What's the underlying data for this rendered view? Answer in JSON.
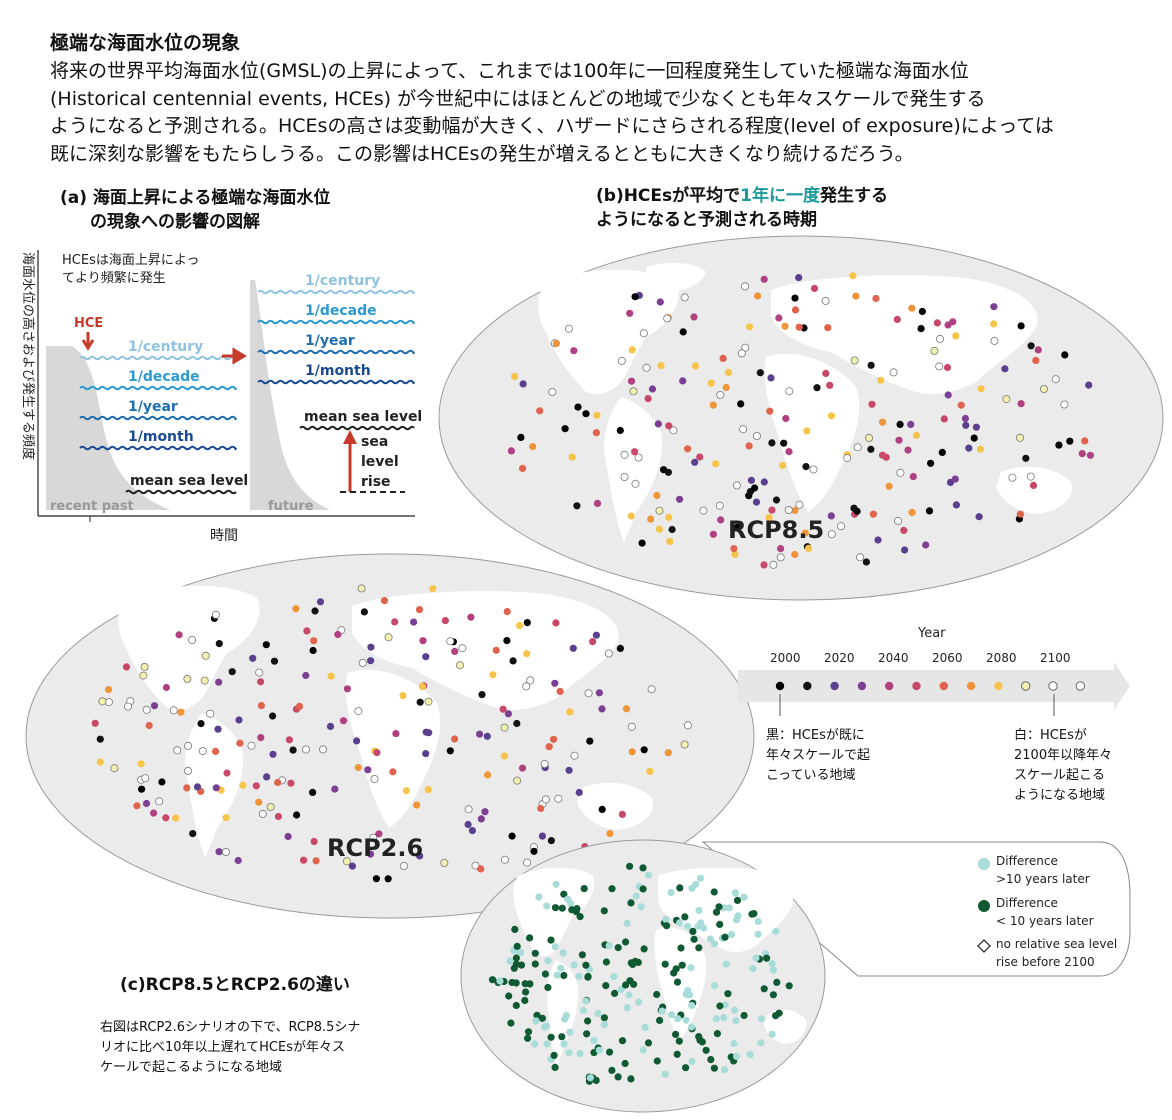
{
  "header": {
    "title": "極端な海面水位の現象",
    "intro_lines": [
      "将来の世界平均海面水位(GMSL)の上昇によって、これまでは100年に一回程度発生していた極端な海面水位",
      "(Historical centennial events, HCEs) が今世紀中にはほとんどの地域で少なくとも年々スケールで発生する",
      "ようになると予測される。HCEsの高さは変動幅が大きく、ハザードにさらされる程度(level of exposure)によっては",
      "既に深刻な影響をもたらしうる。この影響はHCEsの発生が増えるとともに大きくなり続けるだろう。"
    ]
  },
  "panel_a": {
    "title_lines": [
      "(a) 海面上昇による極端な海面水位",
      "の現象への影響の図解"
    ],
    "note_lines": [
      "HCEsは海面上昇によっ",
      "てより頻繁に発生"
    ],
    "y_axis_label": "海面水位の高さおよび発生する頻度",
    "x_axis_label": "時間",
    "hce_label": "HCE",
    "past_levels": [
      "1/century",
      "1/decade",
      "1/year",
      "1/month",
      "mean sea level"
    ],
    "future_levels": [
      "1/century",
      "1/decade",
      "1/year",
      "1/month",
      "mean sea level"
    ],
    "rise_label_lines": [
      "sea",
      "level",
      "rise"
    ],
    "recent_past": "recent past",
    "future": "future",
    "wave_colors": [
      "#8fc3e0",
      "#2a9ad0",
      "#1f6fb0",
      "#1a4a92",
      "#222222"
    ]
  },
  "panel_b": {
    "title_pre": "(b)HCEsが平均で",
    "title_highlight": "1年に一度",
    "title_post": "発生する",
    "title_line2": "ようになると予測される時期",
    "map_label": "RCP8.5"
  },
  "rcp26": {
    "map_label": "RCP2.6"
  },
  "legend_year": {
    "title": "Year",
    "ticks": [
      "2000",
      "2020",
      "2040",
      "2060",
      "2080",
      "2100"
    ],
    "dot_colors": [
      "#000000",
      "#111111",
      "#5b3f8f",
      "#7b3f93",
      "#b04080",
      "#c8486a",
      "#e0634e",
      "#f0943a",
      "#f6c44a",
      "#f4f0b0",
      "#ffffff",
      "#ffffff"
    ],
    "black_note_lines": [
      "黒：HCEsが既に",
      "年々スケールで起",
      "こっている地域"
    ],
    "white_note_lines": [
      "白：HCEsが",
      "2100年以降年々",
      "スケール起こる",
      "ようになる地域"
    ]
  },
  "panel_c": {
    "title": "(c)RCP8.5とRCP2.6の違い",
    "note_lines": [
      "右図はRCP2.6シナリオの下で、RCP8.5シナ",
      "リオに比べ10年以上遅れてHCEsが年々ス",
      "ケールで起こるようになる地域"
    ],
    "legend": {
      "later_lines": [
        "Difference",
        ">10 years later"
      ],
      "sooner_lines": [
        "Difference",
        "< 10 years later"
      ],
      "norise_lines": [
        "no relative sea level",
        "rise before 2100"
      ]
    },
    "colors": {
      "later": "#a8dcd8",
      "sooner": "#0f5a32"
    }
  }
}
